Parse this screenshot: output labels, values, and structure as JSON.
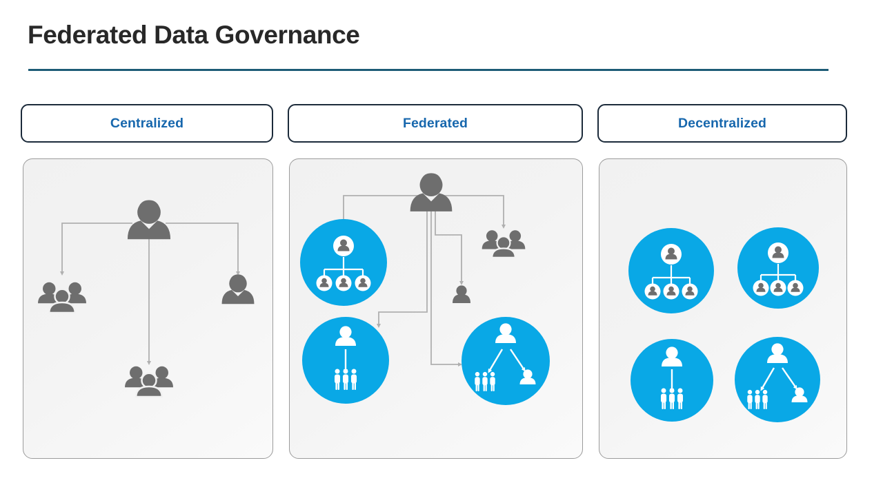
{
  "header": {
    "title": "Federated Data Governance",
    "rule_color": "#1d5b76"
  },
  "theme": {
    "accent_blue": "#09a8e6",
    "label_blue": "#1767ad",
    "pill_border": "#1b2a3a",
    "panel_bg": "#f2f2f2",
    "panel_border": "#9b9b9b",
    "icon_gray": "#6e6e6e",
    "connector_gray": "#b0b0b0",
    "icon_white": "#ffffff"
  },
  "columns": [
    {
      "label": "Centralized",
      "diagram": {
        "type": "hierarchy",
        "style": "gray-on-light",
        "nodes": [
          {
            "id": "root",
            "icon": "executive-person-icon",
            "tone": "gray"
          },
          {
            "id": "left",
            "icon": "group-of-three-icon",
            "tone": "gray"
          },
          {
            "id": "bottom",
            "icon": "group-of-three-icon",
            "tone": "gray"
          },
          {
            "id": "right",
            "icon": "executive-person-icon",
            "tone": "gray"
          }
        ],
        "edges": [
          {
            "from": "root",
            "to": "left"
          },
          {
            "from": "root",
            "to": "bottom"
          },
          {
            "from": "root",
            "to": "right"
          }
        ]
      }
    },
    {
      "label": "Federated",
      "diagram": {
        "type": "hierarchy-with-domains",
        "style": "gray-hub-blue-domains",
        "nodes": [
          {
            "id": "root",
            "icon": "executive-person-icon",
            "tone": "gray"
          },
          {
            "id": "domain-1",
            "icon": "org-chart-circle-icon",
            "tone": "blue"
          },
          {
            "id": "team",
            "icon": "group-of-three-icon",
            "tone": "gray"
          },
          {
            "id": "person",
            "icon": "single-person-icon",
            "tone": "gray"
          },
          {
            "id": "domain-2",
            "icon": "lead-to-three-icon",
            "tone": "blue"
          },
          {
            "id": "domain-3",
            "icon": "lead-to-two-branch-icon",
            "tone": "blue"
          }
        ],
        "edges": [
          {
            "from": "root",
            "to": "domain-1"
          },
          {
            "from": "root",
            "to": "team"
          },
          {
            "from": "root",
            "to": "person"
          },
          {
            "from": "root",
            "to": "domain-2"
          },
          {
            "from": "root",
            "to": "domain-3"
          }
        ]
      }
    },
    {
      "label": "Decentralized",
      "diagram": {
        "type": "independent-domains",
        "style": "blue-circles-grid",
        "nodes": [
          {
            "id": "domain-1",
            "icon": "org-chart-circle-icon",
            "tone": "blue"
          },
          {
            "id": "domain-2",
            "icon": "org-chart-circle-icon",
            "tone": "blue"
          },
          {
            "id": "domain-3",
            "icon": "lead-to-three-icon",
            "tone": "blue"
          },
          {
            "id": "domain-4",
            "icon": "lead-to-two-branch-icon",
            "tone": "blue"
          }
        ],
        "edges": []
      }
    }
  ]
}
